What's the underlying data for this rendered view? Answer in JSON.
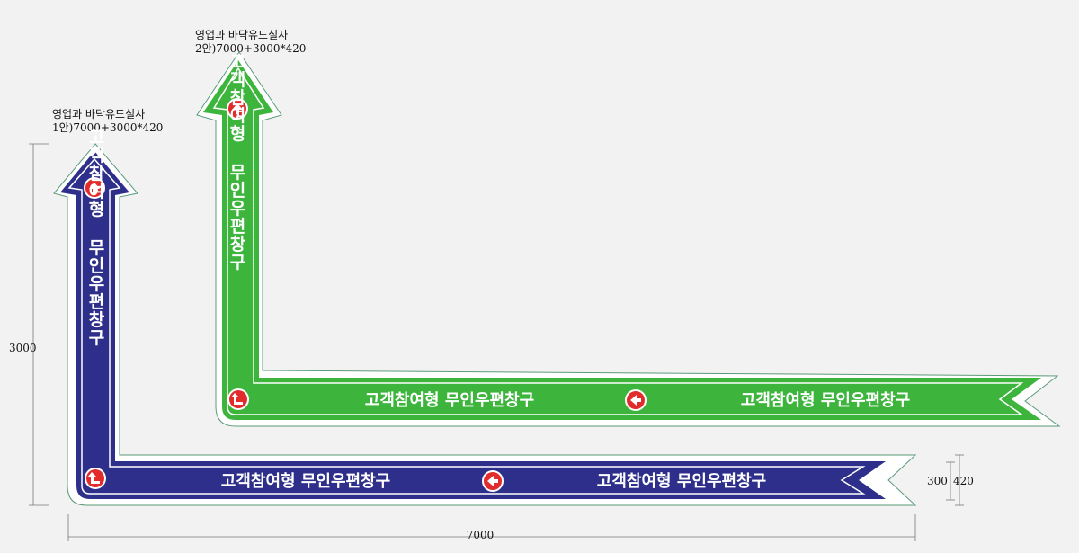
{
  "plan1": {
    "title": "영업과 바닥유도실사",
    "subtitle": "1안)7000+3000*420",
    "vertical_text": "고객참여형 무인우편창구",
    "horizontal_text_1": "고객참여형 무인우편창구",
    "horizontal_text_2": "고객참여형 무인우편창구",
    "color": "#2e2f8a"
  },
  "plan2": {
    "title": "영업과 바닥유도실사",
    "subtitle": "2안)7000+3000*420",
    "vertical_text": "고객참여형 무인우편창구",
    "horizontal_text_1": "고객참여형 무인우편창구",
    "horizontal_text_2": "고객참여형 무인우편창구",
    "color": "#3db53d"
  },
  "dimensions": {
    "height": "3000",
    "width": "7000",
    "inner_width": "300",
    "outer_width": "420"
  },
  "icon_color": "#e22b2b"
}
